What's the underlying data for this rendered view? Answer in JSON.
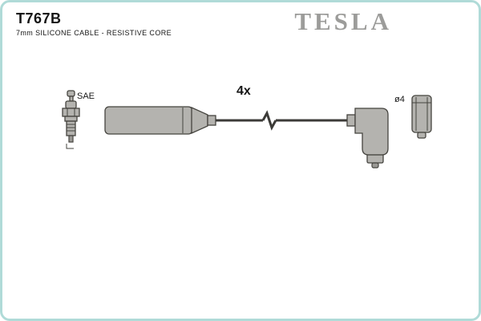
{
  "header": {
    "part_number": "T767B",
    "description": "7mm SILICONE CABLE - RESISTIVE CORE",
    "brand": "TESLA"
  },
  "diagram": {
    "plug_label": "SAE",
    "quantity_label": "4x",
    "diameter_label": "ø4"
  },
  "colors": {
    "border": "#b0dbd8",
    "brand": "#9c9c9a",
    "part_fill": "#b4b3af",
    "part_stroke": "#45443f",
    "text": "#151515"
  }
}
